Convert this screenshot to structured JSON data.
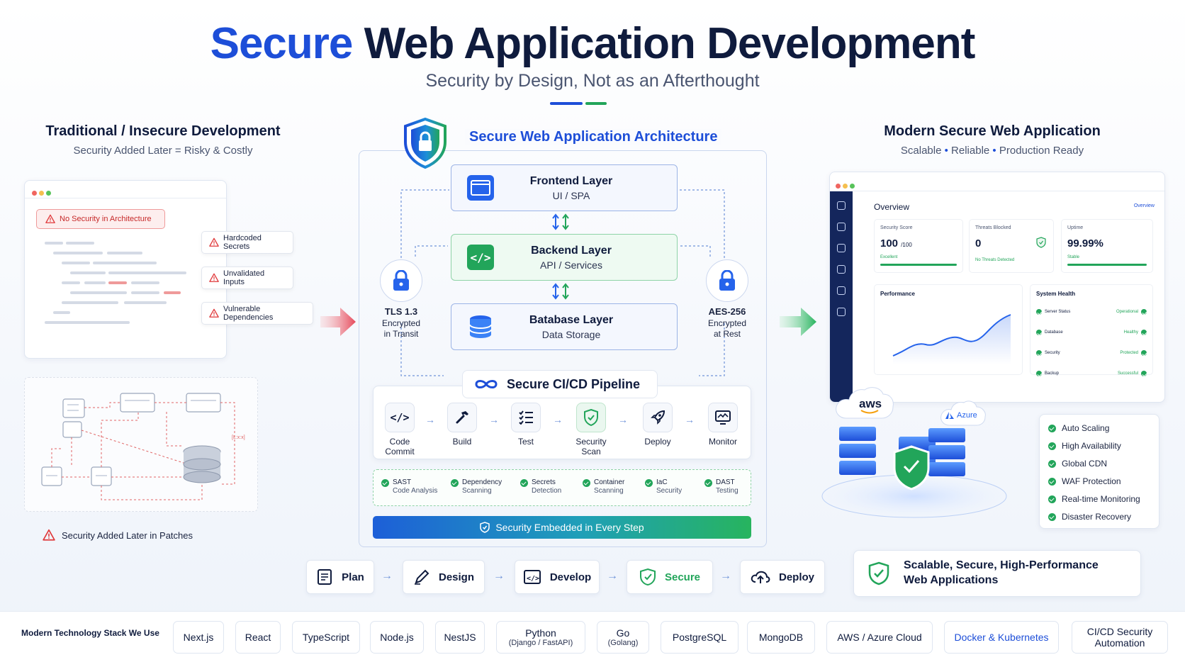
{
  "header": {
    "title_accent": "Secure",
    "title_rest": " Web Application Development",
    "subtitle": "Security by Design, Not as an Afterthought"
  },
  "left": {
    "heading": "Traditional / Insecure Development",
    "subheading": "Security Added Later = Risky & Costly",
    "alert_label": "No Security in Architecture",
    "warnings": [
      "Hardcoded Secrets",
      "Unvalidated Inputs",
      "Vulnerable Dependencies"
    ],
    "patch_note": "Security Added Later in Patches"
  },
  "center": {
    "heading": "Secure Web Application Architecture",
    "layers": [
      {
        "title": "Frontend Layer",
        "sub": "UI / SPA"
      },
      {
        "title": "Backend Layer",
        "sub": "API / Services"
      },
      {
        "title": "Batabase Layer",
        "sub": "Data Storage"
      }
    ],
    "tls": {
      "title": "TLS 1.3",
      "line1": "Encrypted",
      "line2": "in Transit"
    },
    "aes": {
      "title": "AES-256",
      "line1": "Encrypted",
      "line2": "at Rest"
    },
    "pipeline_title": "Secure CI/CD Pipeline",
    "pipeline_steps": [
      {
        "label": "Code",
        "label2": "Commit",
        "icon": "code-icon"
      },
      {
        "label": "Build",
        "label2": "",
        "icon": "hammer-icon"
      },
      {
        "label": "Test",
        "label2": "",
        "icon": "checklist-icon"
      },
      {
        "label": "Security",
        "label2": "Scan",
        "icon": "shield-check-icon"
      },
      {
        "label": "Deploy",
        "label2": "",
        "icon": "rocket-icon"
      },
      {
        "label": "Monitor",
        "label2": "",
        "icon": "monitor-icon"
      }
    ],
    "checks": [
      {
        "t": "SAST",
        "s": "Code Analysis"
      },
      {
        "t": "Dependency",
        "s": "Scanning"
      },
      {
        "t": "Secrets",
        "s": "Detection"
      },
      {
        "t": "Container",
        "s": "Scanning"
      },
      {
        "t": "IaC",
        "s": "Security"
      },
      {
        "t": "DAST",
        "s": "Testing"
      }
    ],
    "embedded_banner": "Security Embedded in Every Step"
  },
  "right": {
    "heading": "Modern Secure Web Application",
    "tags": [
      "Scalable",
      "Reliable",
      "Production Ready"
    ],
    "dashboard": {
      "title": "Overview",
      "link": "Overview",
      "stats": [
        {
          "label": "Security Score",
          "value": "100",
          "unit": "/100",
          "note": "Excellent"
        },
        {
          "label": "Threats Blocked",
          "value": "0",
          "unit": "",
          "note": "No Threats Detected"
        },
        {
          "label": "Uptime",
          "value": "99.99%",
          "unit": "",
          "note": "Stable"
        }
      ],
      "perf_title": "Performance",
      "health_title": "System Health",
      "health": [
        {
          "name": "Server Status",
          "status": "Operational"
        },
        {
          "name": "Database",
          "status": "Healthy"
        },
        {
          "name": "Security",
          "status": "Protected"
        },
        {
          "name": "Backup",
          "status": "Successful"
        }
      ]
    },
    "clouds": {
      "aws": "aws",
      "azure": "Azure"
    },
    "features": [
      "Auto Scaling",
      "High Availability",
      "Global CDN",
      "WAF Protection",
      "Real-time Monitoring",
      "Disaster Recovery"
    ],
    "promo": {
      "line1": "Scalable, Secure, High-Performance",
      "line2": "Web Applications"
    }
  },
  "flow": [
    "Plan",
    "Design",
    "Develop",
    "Secure",
    "Deploy"
  ],
  "tech_stack": {
    "label": "Modern Technology Stack We Use",
    "items": [
      {
        "name": "Next.js",
        "sub": ""
      },
      {
        "name": "React",
        "sub": ""
      },
      {
        "name": "TypeScript",
        "sub": ""
      },
      {
        "name": "Node.js",
        "sub": ""
      },
      {
        "name": "NestJS",
        "sub": ""
      },
      {
        "name": "Python",
        "sub": "(Django / FastAPI)"
      },
      {
        "name": "Go",
        "sub": "(Golang)"
      },
      {
        "name": "PostgreSQL",
        "sub": ""
      },
      {
        "name": "MongoDB",
        "sub": ""
      },
      {
        "name": "AWS / Azure Cloud",
        "sub": ""
      },
      {
        "name": "Docker & Kubernetes",
        "sub": ""
      },
      {
        "name": "CI/CD Security",
        "sub": "Automation"
      }
    ]
  },
  "colors": {
    "brand_blue": "#1d4ed8",
    "navy": "#0f1b3d",
    "green": "#22a55a",
    "red": "#e0393b"
  }
}
